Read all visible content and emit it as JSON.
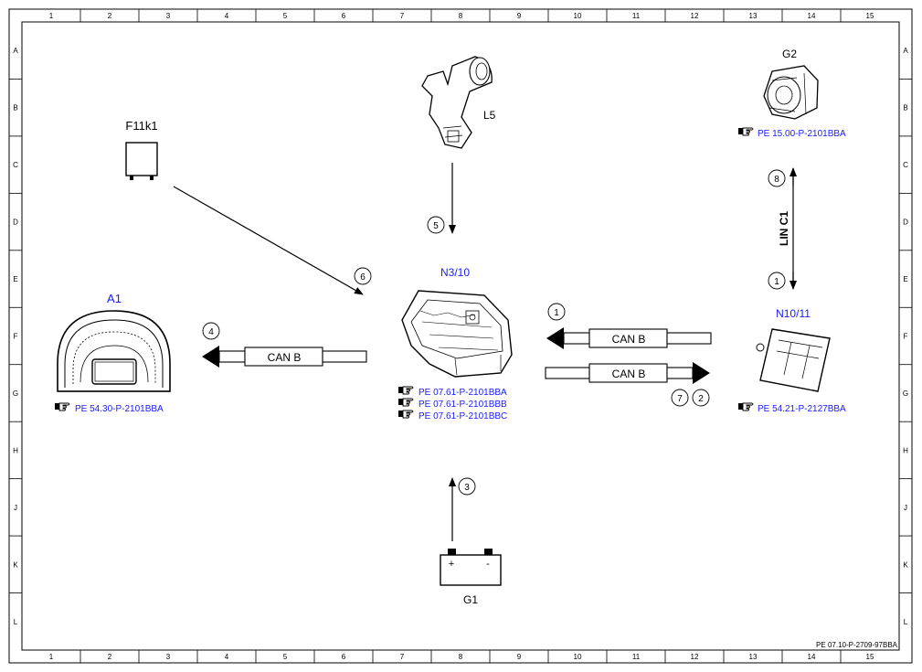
{
  "frame": {
    "columns": [
      "1",
      "2",
      "3",
      "4",
      "5",
      "6",
      "7",
      "8",
      "9",
      "10",
      "11",
      "12",
      "13",
      "14",
      "15"
    ],
    "rows": [
      "A",
      "B",
      "C",
      "D",
      "E",
      "F",
      "G",
      "H",
      "J",
      "K",
      "L"
    ],
    "document_id": "PE 07.10-P-2709-97BBA"
  },
  "components": {
    "a1": {
      "label": "A1",
      "refs": [
        "PE 54.30-P-2101BBA"
      ]
    },
    "f11k1": {
      "label": "F11k1"
    },
    "l5": {
      "label": "L5"
    },
    "n3_10": {
      "label": "N3/10",
      "refs": [
        "PE 07.61-P-2101BBA",
        "PE 07.61-P-2101BBB",
        "PE 07.61-P-2101BBC"
      ]
    },
    "g2": {
      "label": "G2",
      "refs": [
        "PE 15.00-P-2101BBA"
      ]
    },
    "n10_11": {
      "label": "N10/11",
      "refs": [
        "PE 54.21-P-2127BBA"
      ]
    },
    "g1": {
      "label": "G1",
      "plus": "+",
      "minus": "-"
    }
  },
  "signals": {
    "can_left": "CAN B",
    "can_right_top": "CAN B",
    "can_right_bottom": "CAN B",
    "lin": "LIN C1"
  },
  "markers": {
    "m1_left": "1",
    "m1_right": "1",
    "m2": "2",
    "m3": "3",
    "m4": "4",
    "m5": "5",
    "m6": "6",
    "m7": "7",
    "m8": "8"
  },
  "colors": {
    "label_blue": "#1a1aff",
    "ref_blue": "#1a1aff",
    "line": "#000000"
  },
  "icons": {
    "reference": "pointing-hand-icon"
  }
}
